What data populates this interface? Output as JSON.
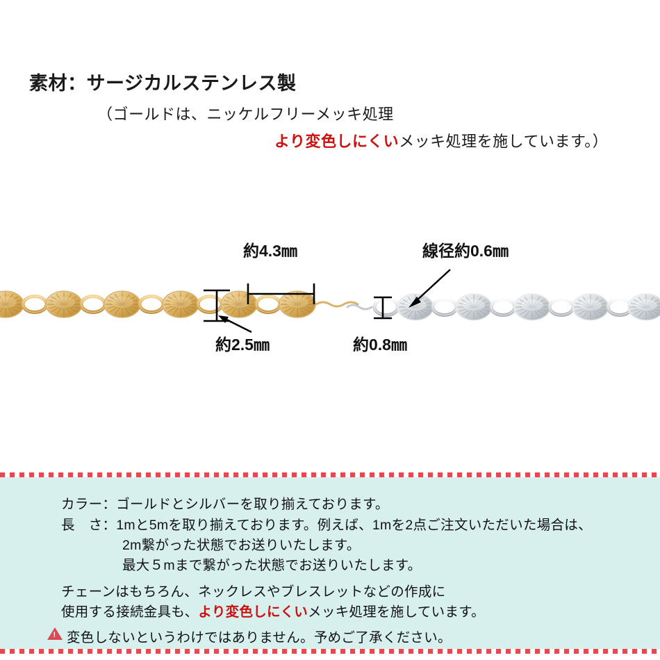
{
  "material": {
    "line1": "素材：サージカルステンレス製",
    "line2": "（ゴールドは、ニッケルフリーメッキ処理",
    "line3_red": "より変色しにくい",
    "line3_rest": "メッキ処理を施しています。）"
  },
  "diagram": {
    "gold_width_label": "約4.3㎜",
    "gold_height_label": "約2.5㎜",
    "silver_wire_label": "線径約0.6㎜",
    "silver_height_label": "約0.8㎜",
    "gold_chain_color": "#e3b867",
    "silver_chain_color": "#c9ccd1"
  },
  "bottom": {
    "color_line": "カラー：ゴールドとシルバーを取り揃えております。",
    "length_line1": "長　さ：1mと5mを取り揃えております。例えば、1mを2点ご注文いただいた場合は、",
    "length_line2": "2m繋がった状態でお送りいたします。",
    "length_line3": "最大５mまで繋がった状態でお送りいたします。",
    "use_line1": "チェーンはもちろん、ネックレスやブレスレットなどの作成に",
    "use_line2_prefix": "使用する接続金具も、",
    "use_line2_red": "より変色しにくい",
    "use_line2_suffix": "メッキ処理を施しています。",
    "warning_text": "変色しないというわけではありません。予めご了承ください。",
    "warning_icon": "warning-triangle-icon",
    "panel_color": "#d7f0ee",
    "dot_color": "#e8484f"
  }
}
